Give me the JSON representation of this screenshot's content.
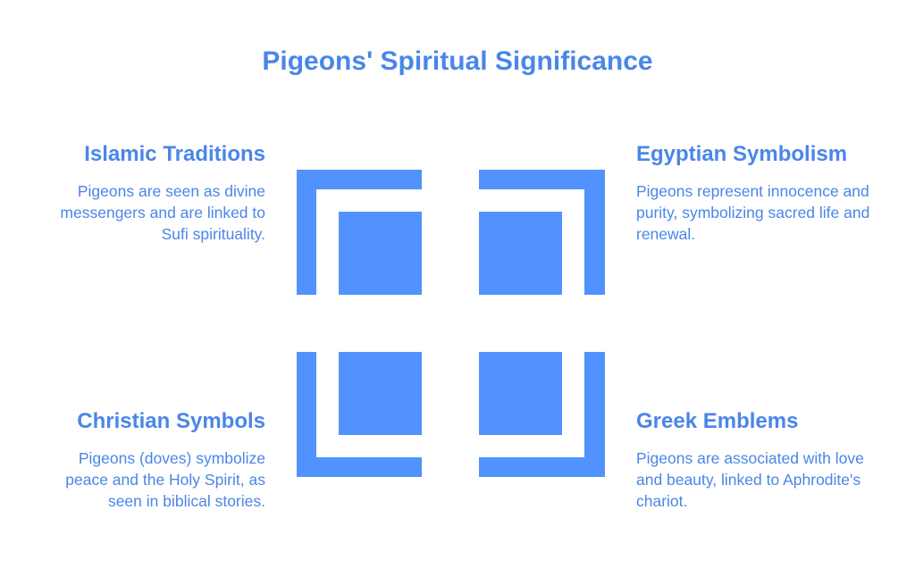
{
  "title": "Pigeons' Spiritual Significance",
  "accent_color": "#4a86e8",
  "shape_color": "#5192ff",
  "quadrants": [
    {
      "position": "top-left",
      "heading": "Islamic Traditions",
      "text": "Pigeons are seen as divine messengers and are linked to Sufi spirituality."
    },
    {
      "position": "top-right",
      "heading": "Egyptian Symbolism",
      "text": "Pigeons represent innocence and purity, symbolizing sacred life and renewal."
    },
    {
      "position": "bottom-left",
      "heading": "Christian Symbols",
      "text": "Pigeons (doves) symbolize peace and the Holy Spirit, as seen in biblical stories."
    },
    {
      "position": "bottom-right",
      "heading": "Greek Emblems",
      "text": "Pigeons are associated with love and beauty, linked to Aphrodite's chariot."
    }
  ],
  "center_icon": "four-square-bracket-grid-icon"
}
